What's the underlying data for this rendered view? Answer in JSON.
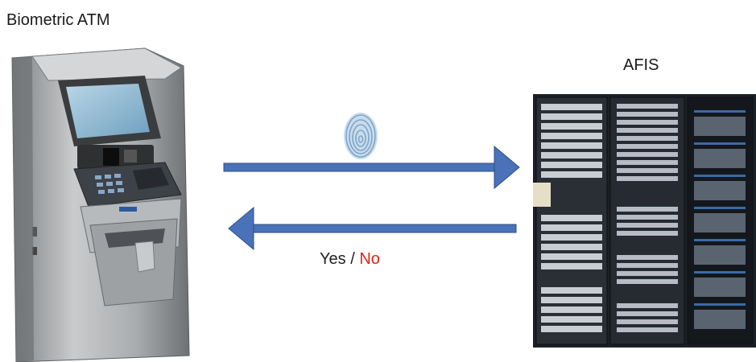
{
  "atm_label": "Biometric ATM",
  "afis_label": "AFIS",
  "response": {
    "yes": "Yes",
    "separator": " / ",
    "no": "No"
  },
  "colors": {
    "arrow": "#4a72b8",
    "no": "#e0241b",
    "fingerprint": "#8fb6d8"
  }
}
